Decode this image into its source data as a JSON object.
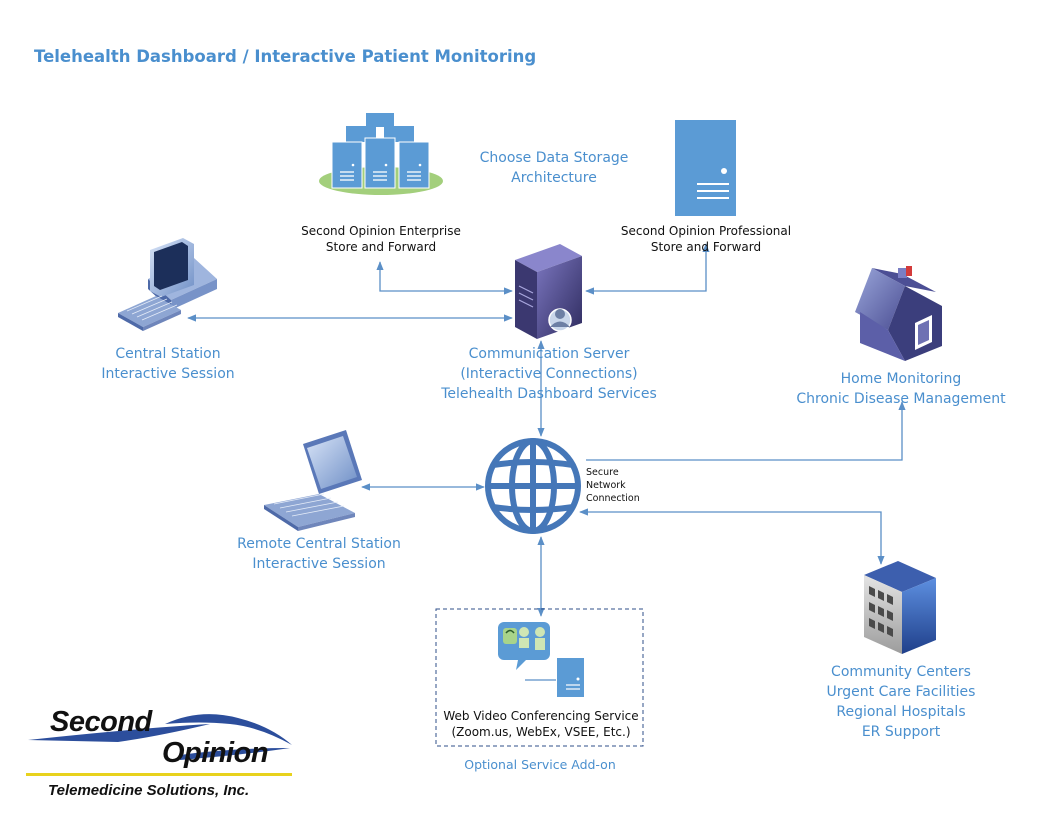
{
  "header": {
    "title": "Telehealth Dashboard / Interactive Patient Monitoring"
  },
  "labels": {
    "storage_choice": [
      "Choose Data Storage",
      "Architecture"
    ],
    "enterprise": [
      "Second Opinion Enterprise",
      "Store and Forward"
    ],
    "professional": [
      "Second Opinion Professional",
      "Store and Forward"
    ],
    "central_station": [
      "Central Station",
      "Interactive Session"
    ],
    "comm_server": [
      "Communication Server",
      "(Interactive Connections)",
      "Telehealth Dashboard Services"
    ],
    "home_monitoring": [
      "Home Monitoring",
      "Chronic Disease Management"
    ],
    "secure_network": [
      "Secure",
      "Network",
      "Connection"
    ],
    "remote_station": [
      "Remote Central Station",
      "Interactive Session"
    ],
    "web_video": [
      "Web Video Conferencing Service",
      "(Zoom.us, WebEx, VSEE, Etc.)"
    ],
    "optional_addon": "Optional Service Add-on",
    "facilities": [
      "Community Centers",
      "Urgent Care Facilities",
      "Regional Hospitals",
      "ER Support"
    ]
  },
  "logo": {
    "word1": "Second",
    "word2": "Opinion",
    "tagline": "Telemedicine Solutions, Inc."
  },
  "colors": {
    "accent": "#4a8fce",
    "connector": "#5b8fc7",
    "server_purple": "#4d4a8a",
    "storage_blue": "#5b9bd5",
    "logo_yellow": "#e8d21d",
    "logo_blue": "#2c4e9c"
  }
}
